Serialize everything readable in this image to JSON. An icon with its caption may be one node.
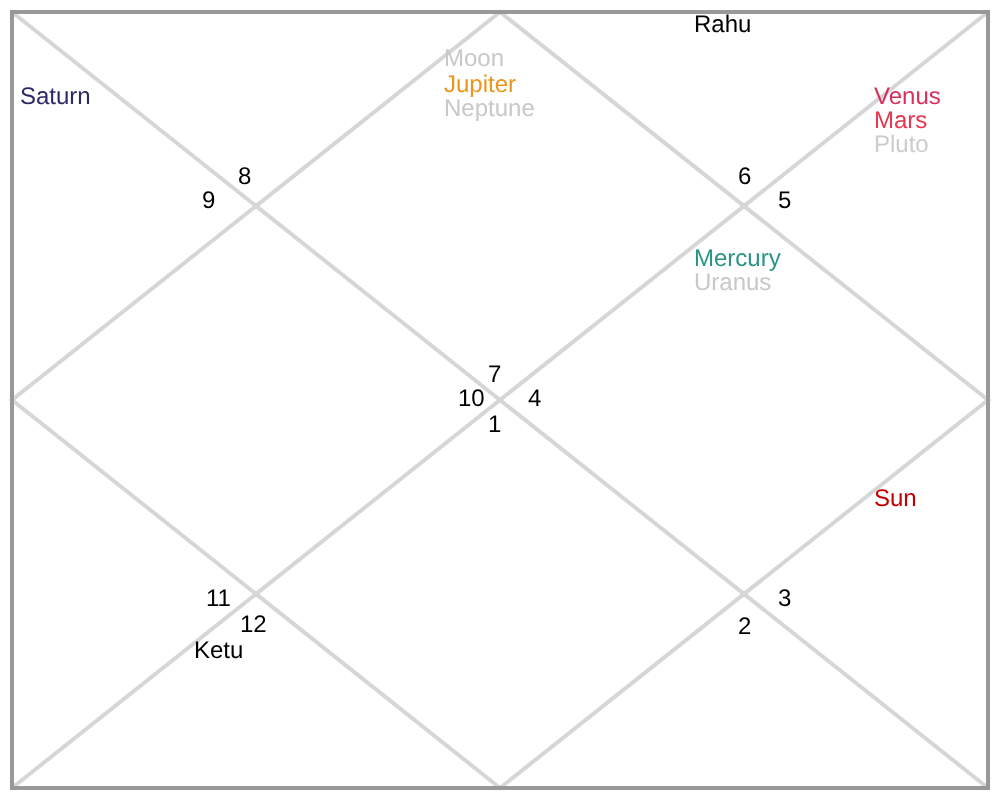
{
  "diagram": {
    "labels": [
      "Rahu",
      "Saturn",
      "Moon",
      "Jupiter",
      "Neptune",
      "Venus",
      "Mars",
      "Pluto",
      "8",
      "9",
      "6",
      "5",
      "Mercury",
      "Uranus",
      "7",
      "10",
      "4",
      "1",
      "Sun",
      "11",
      "12",
      "Ketu",
      "3",
      "2"
    ]
  }
}
